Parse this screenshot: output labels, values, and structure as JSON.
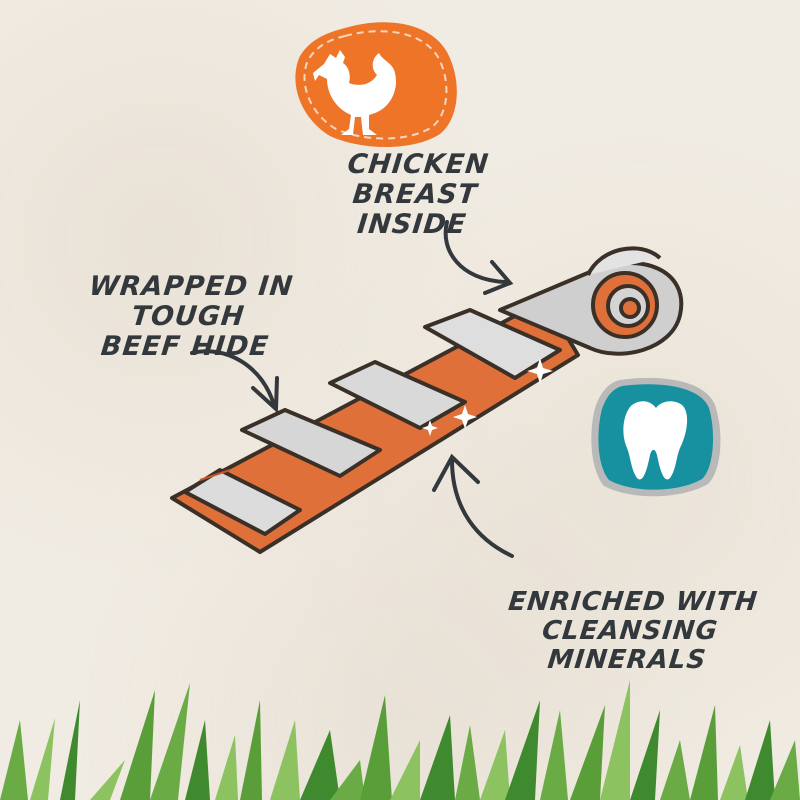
{
  "badges": {
    "chicken": {
      "icon": "rooster-icon",
      "color": "#ee7428",
      "stitch_color": "#f6d5bd"
    },
    "dental": {
      "icon": "tooth-icon",
      "color": "#17919f",
      "rim_color": "#b9b9b9"
    }
  },
  "labels": {
    "chicken": {
      "line1": "Chicken Breast",
      "line2": "Inside"
    },
    "beef": {
      "line1": "Wrapped in tough",
      "line2": "beef hide"
    },
    "minerals": {
      "line1": "Enriched with cleansing",
      "line2": "minerals"
    }
  },
  "colors": {
    "background": "#f1ece3",
    "text": "#33383c",
    "meat": "#e0703a",
    "hide": "#d9d9d9",
    "outline": "#3a3028",
    "grass_dark": "#3f8a2e",
    "grass_light": "#8cc260"
  }
}
